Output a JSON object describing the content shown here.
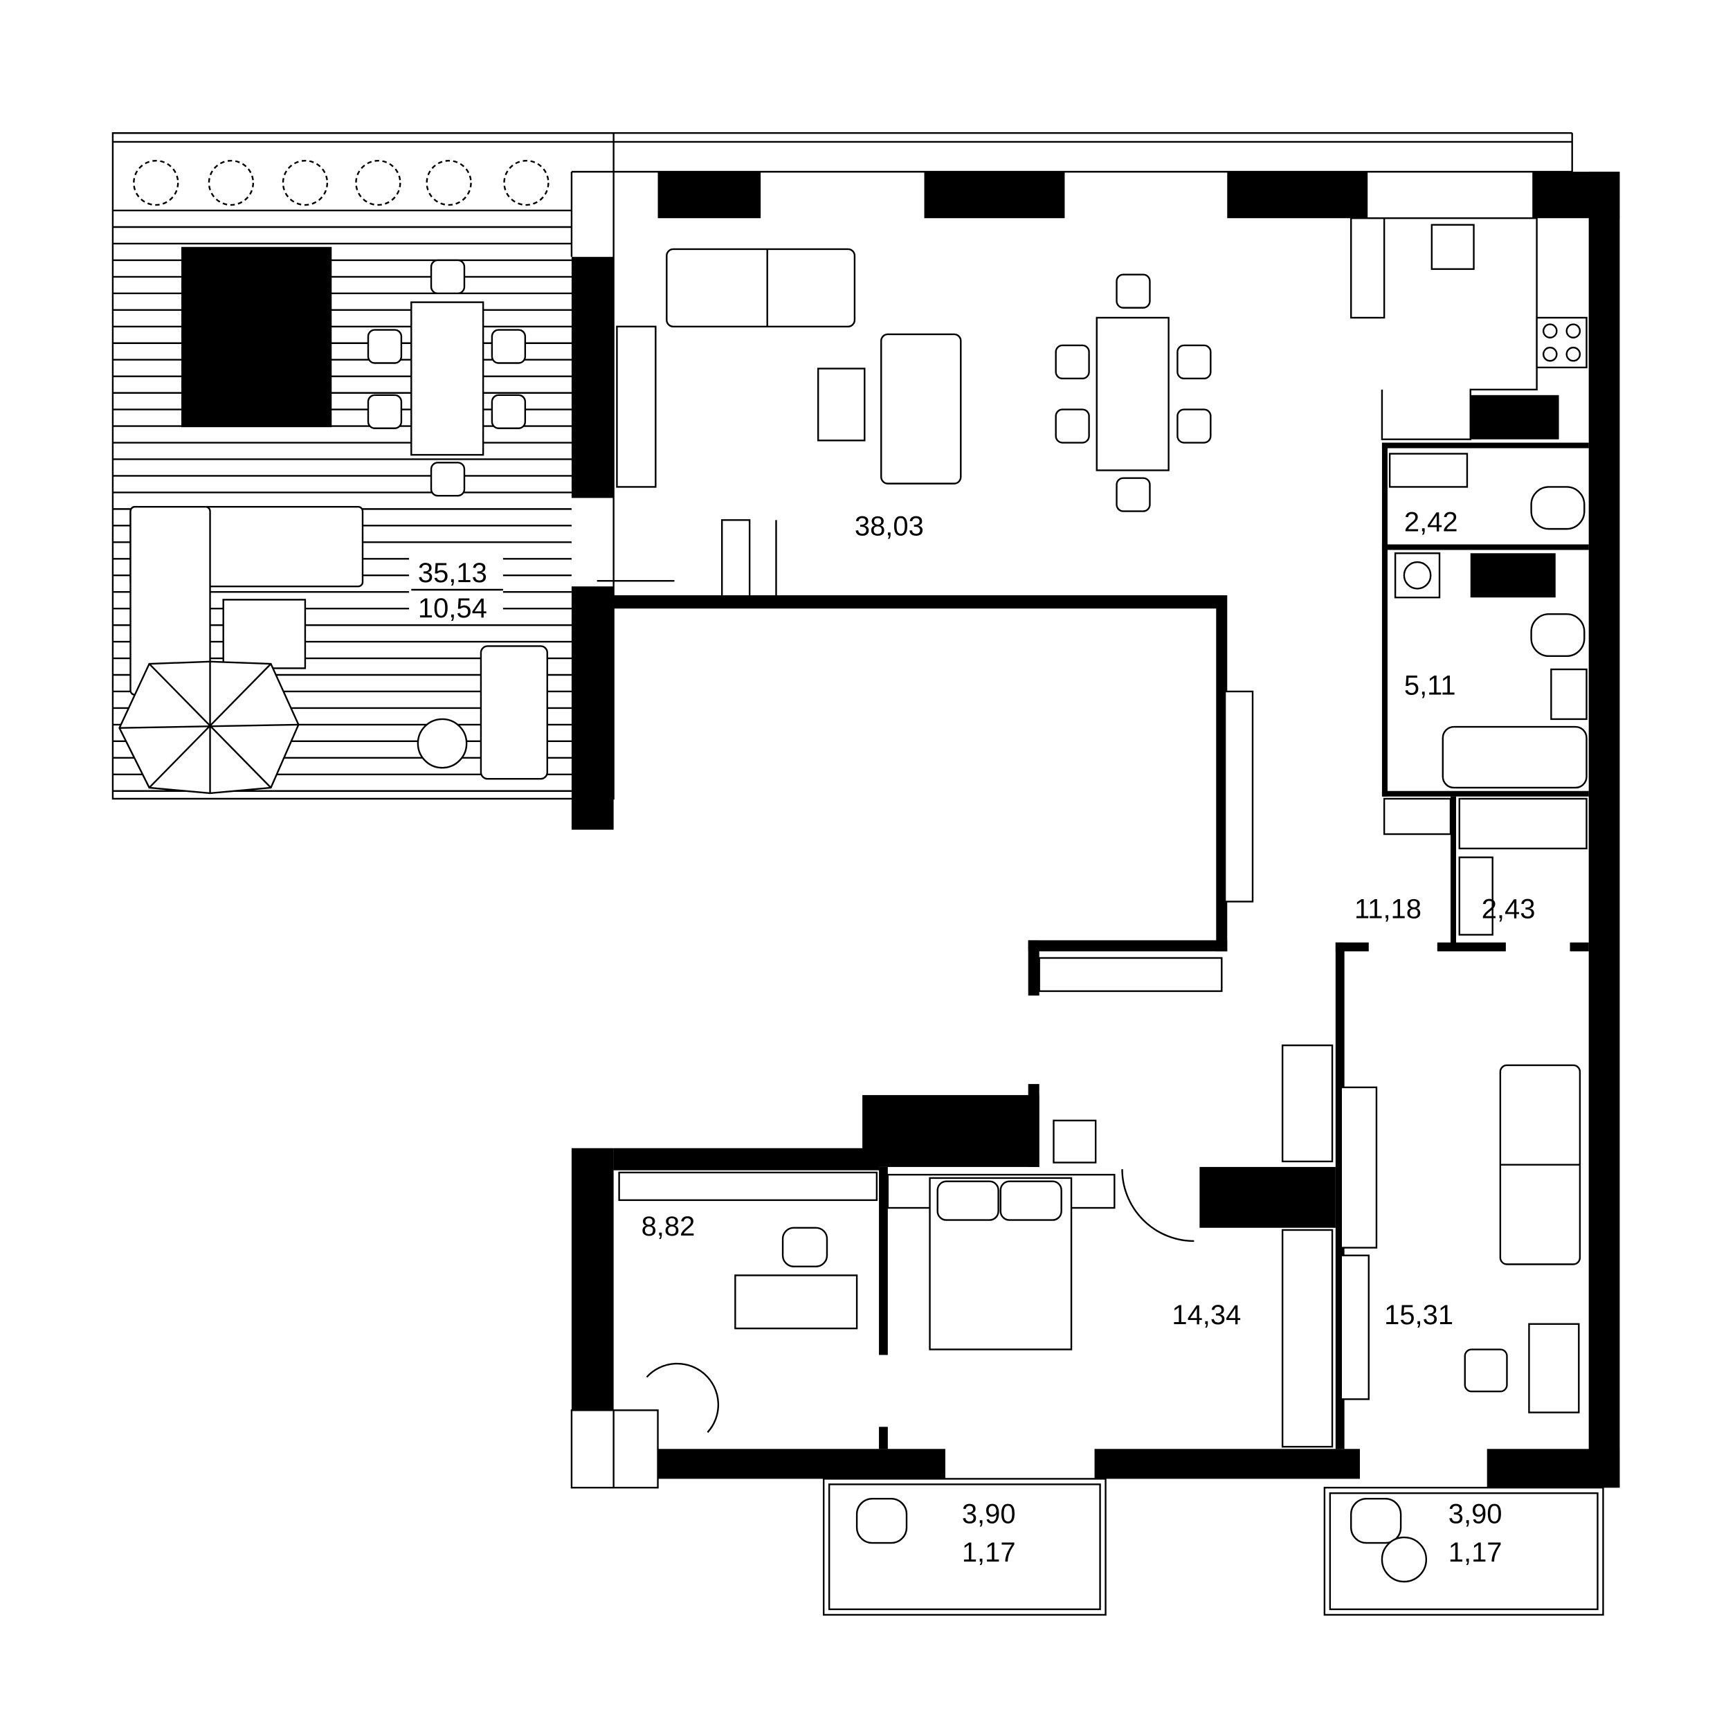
{
  "plan": {
    "rooms": [
      {
        "id": "terrace",
        "area": "35,13",
        "area_reduced": "10,54"
      },
      {
        "id": "living-kitchen",
        "area": "38,03"
      },
      {
        "id": "wc",
        "area": "2,42"
      },
      {
        "id": "bathroom",
        "area": "5,11"
      },
      {
        "id": "hall",
        "area": "11,18"
      },
      {
        "id": "wardrobe",
        "area": "2,43"
      },
      {
        "id": "study",
        "area": "8,82"
      },
      {
        "id": "bedroom",
        "area": "14,34"
      },
      {
        "id": "bedroom-2",
        "area": "15,31"
      },
      {
        "id": "balcony-1",
        "area": "3,90",
        "area_reduced": "1,17"
      },
      {
        "id": "balcony-2",
        "area": "3,90",
        "area_reduced": "1,17"
      }
    ],
    "colors": {
      "wall": "#000000",
      "background": "#ffffff"
    }
  }
}
